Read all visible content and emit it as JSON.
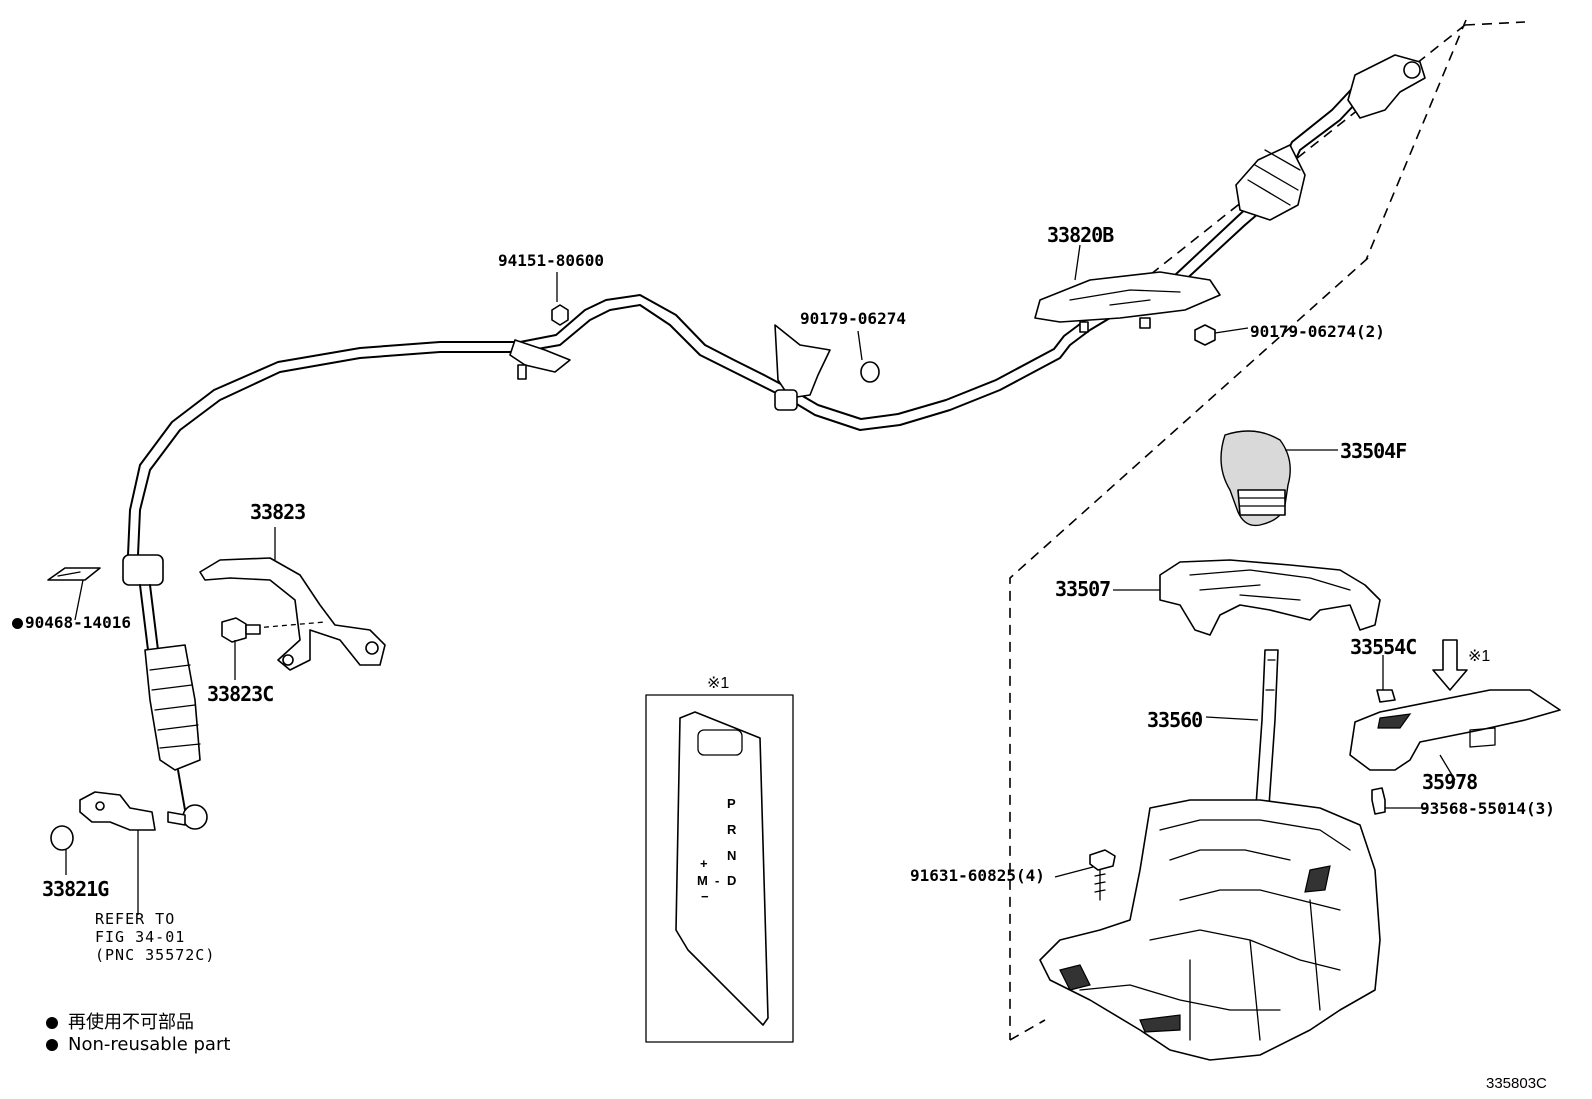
{
  "labels": {
    "p33820B": "33820B",
    "p94151": "94151-80600",
    "p90179a": "90179-06274",
    "p90179b": "90179-06274(2)",
    "p33504F": "33504F",
    "p33823": "33823",
    "p90468": "90468-14016",
    "p33823C": "33823C",
    "p33507": "33507",
    "p33554C": "33554C",
    "p33560": "33560",
    "p35978": "35978",
    "p93568": "93568-55014(3)",
    "p91631": "91631-60825(4)",
    "p33821G": "33821G"
  },
  "refer_note": [
    "REFER TO",
    "FIG 34-01",
    "(PNC 35572C)"
  ],
  "asterisk_mark": "※1",
  "inset_label": "※1",
  "shift_gate": {
    "p": "P",
    "r": "R",
    "n": "N",
    "d": "D",
    "plus": "+",
    "m": "M",
    "minus": "−",
    "dash": "-"
  },
  "legend": {
    "japanese": "再使用不可部品",
    "english": "Non-reusable part"
  },
  "figure_id": "335803C"
}
